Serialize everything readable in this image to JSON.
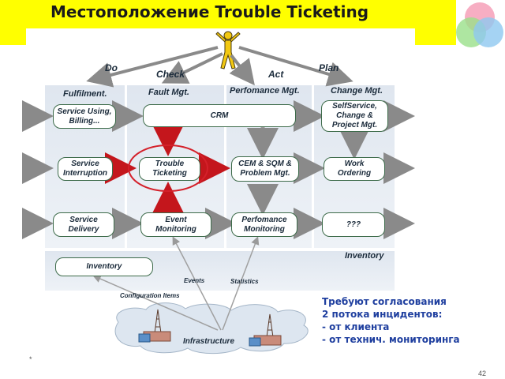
{
  "title": "Местоположение Trouble Ticketing",
  "arrow_labels": {
    "do": "Do",
    "check": "Check",
    "act": "Act",
    "plan": "Plan"
  },
  "columns": {
    "fulfilment": "Fulfilment.",
    "fault": "Fault Mgt.",
    "performance": "Perfomance Mgt.",
    "change": "Change Mgt."
  },
  "boxes": {
    "service_using": "Service Using,\nBilling...",
    "crm": "CRM",
    "selfservice": "SelfService,\nChange &\nProject Mgt.",
    "service_interruption": "Service\nInterruption",
    "trouble_ticketing": "Trouble\nTicketing",
    "cem": "CEM & SQM &\nProblem Mgt.",
    "work_ordering": "Work\nOrdering",
    "service_delivery": "Service\nDelivery",
    "event_monitoring": "Event\nMonitoring",
    "perf_monitoring": "Perfomance\nMonitoring",
    "unknown": "???",
    "inventory": "Inventory"
  },
  "inventory_band_label": "Inventory",
  "flow_labels": {
    "events": "Events",
    "statistics": "Statistics",
    "configuration": "Configuration Items",
    "infrastructure": "Infrastructure"
  },
  "note_lines": [
    "Требуют согласования",
    "2 потока инцидентов:",
    "-   от клиента",
    "-   от технич. мониторинга"
  ],
  "footnote_mark": "*",
  "page_number": "42",
  "colors": {
    "banner": "#ffff00",
    "note_text": "#1f3f9f",
    "highlight_red": "#d4202a",
    "column_fill": "#e3e9f1",
    "box_border": "#3d6b4a"
  }
}
